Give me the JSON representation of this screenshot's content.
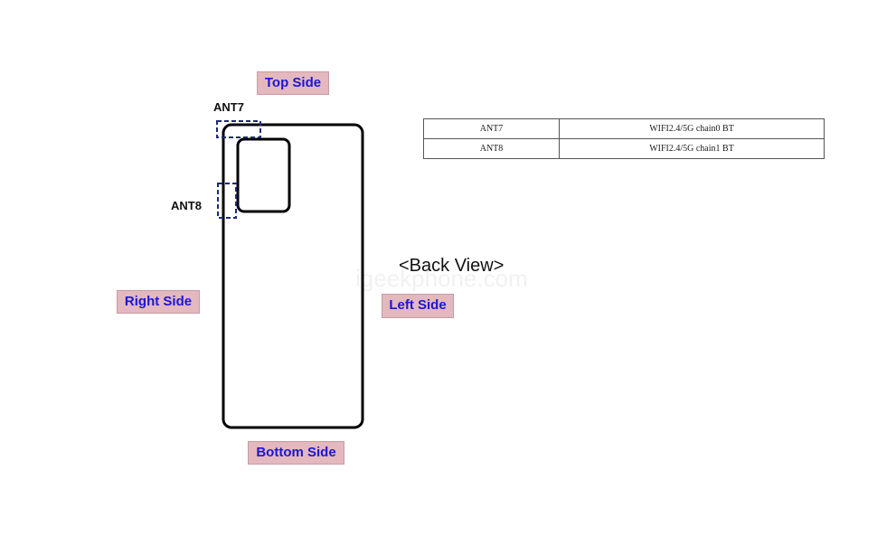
{
  "diagram": {
    "view_title": "<Back View>",
    "watermark": "igeekphone.com",
    "sides": {
      "top": "Top Side",
      "bottom": "Bottom Side",
      "left": "Left Side",
      "right": "Right Side"
    },
    "antenna_labels": {
      "ant7": "ANT7",
      "ant8": "ANT8"
    },
    "colors": {
      "side_label_bg": "#e3b8bf",
      "side_label_text": "#1b16d6",
      "antenna_outline": "#1c2a7a"
    }
  },
  "table": {
    "rows": [
      {
        "antenna": "ANT7",
        "function": "WIFI2.4/5G chain0 BT"
      },
      {
        "antenna": "ANT8",
        "function": "WIFI2.4/5G chain1 BT"
      }
    ]
  }
}
